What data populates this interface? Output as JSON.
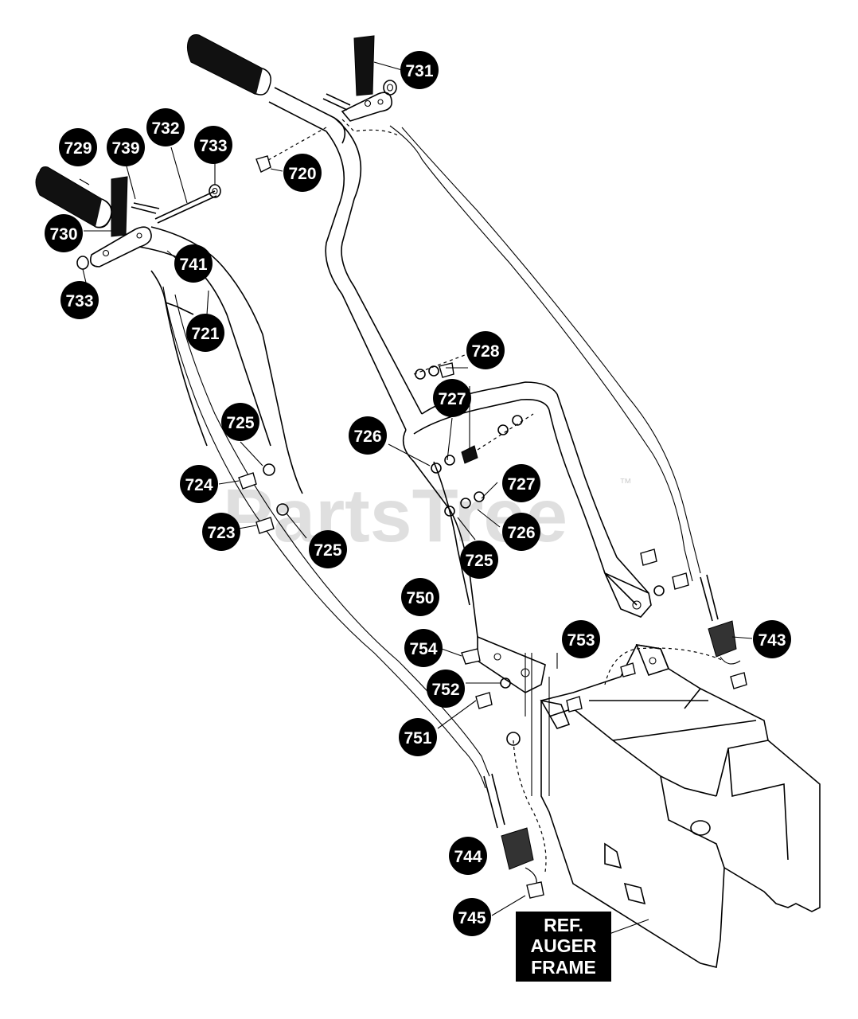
{
  "watermark": {
    "text": "PartsTree",
    "trademark": "™"
  },
  "reference_box": {
    "lines": [
      "REF.",
      "AUGER",
      "FRAME"
    ]
  },
  "callouts": [
    {
      "id": "c731",
      "label": "731"
    },
    {
      "id": "c720",
      "label": "720"
    },
    {
      "id": "c729",
      "label": "729"
    },
    {
      "id": "c739",
      "label": "739"
    },
    {
      "id": "c732",
      "label": "732"
    },
    {
      "id": "c733a",
      "label": "733"
    },
    {
      "id": "c730",
      "label": "730"
    },
    {
      "id": "c733b",
      "label": "733"
    },
    {
      "id": "c741",
      "label": "741"
    },
    {
      "id": "c721",
      "label": "721"
    },
    {
      "id": "c728",
      "label": "728"
    },
    {
      "id": "c727a",
      "label": "727"
    },
    {
      "id": "c725a",
      "label": "725"
    },
    {
      "id": "c726a",
      "label": "726"
    },
    {
      "id": "c724",
      "label": "724"
    },
    {
      "id": "c727b",
      "label": "727"
    },
    {
      "id": "c723",
      "label": "723"
    },
    {
      "id": "c726b",
      "label": "726"
    },
    {
      "id": "c725b",
      "label": "725"
    },
    {
      "id": "c725c",
      "label": "725"
    },
    {
      "id": "c750",
      "label": "750"
    },
    {
      "id": "c754",
      "label": "754"
    },
    {
      "id": "c753",
      "label": "753"
    },
    {
      "id": "c743",
      "label": "743"
    },
    {
      "id": "c752",
      "label": "752"
    },
    {
      "id": "c751",
      "label": "751"
    },
    {
      "id": "c744",
      "label": "744"
    },
    {
      "id": "c745",
      "label": "745"
    }
  ]
}
